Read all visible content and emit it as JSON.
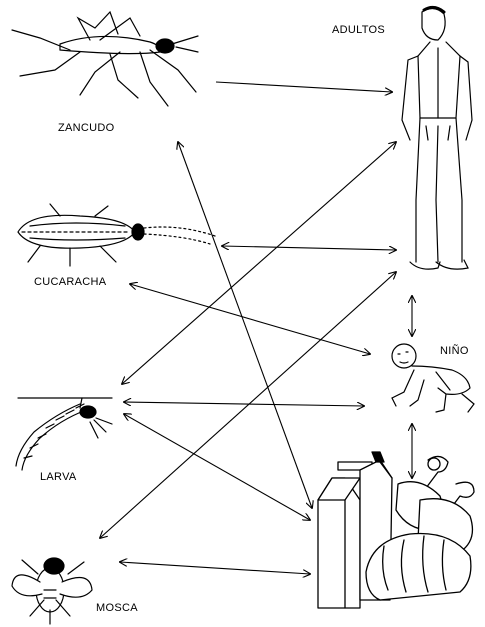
{
  "labels": {
    "zancudo": "ZANCUDO",
    "adultos": "ADULTOS",
    "cucaracha": "CUCARACHA",
    "nino": "NIÑO",
    "larva": "LARVA",
    "mosca": "MOSCA"
  },
  "colors": {
    "ink": "#000000",
    "paper": "#ffffff"
  }
}
